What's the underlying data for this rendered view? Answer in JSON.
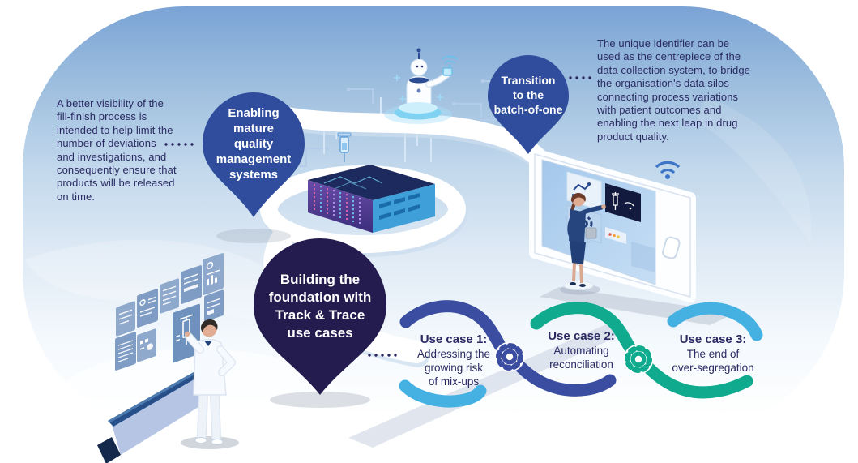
{
  "colors": {
    "background_top": "#7aa3d5",
    "background_bottom": "#ffffff",
    "pin_blue": "#2f4d9c",
    "pin_dark_navy": "#241c4e",
    "wave_dark_blue": "#3a4da0",
    "wave_teal": "#10ab8e",
    "wave_light_blue": "#45b0e2",
    "text_navy": "#2b2a63"
  },
  "annotations": {
    "left_note": {
      "lines": [
        "A better visibility of the",
        "fill-finish process is",
        "intended to help limit the",
        "number of deviations",
        "and investigations, and",
        "consequently ensure that",
        "products will be released",
        "on time."
      ]
    },
    "right_note": {
      "lines": [
        "The unique identifier can be",
        "used as the centrepiece of the",
        "data collection system, to bridge",
        "the organisation's data silos",
        "connecting process variations",
        "with patient outcomes and",
        "enabling the next leap in drug",
        "product quality."
      ]
    }
  },
  "pins": {
    "enabling": {
      "lines": [
        "Enabling",
        "mature",
        "quality",
        "management",
        "systems"
      ]
    },
    "transition": {
      "lines": [
        "Transition",
        "to the",
        "batch-of-one"
      ]
    },
    "building": {
      "lines": [
        "Building the",
        "foundation with",
        "Track & Trace",
        "use cases"
      ]
    }
  },
  "use_cases": [
    {
      "title": "Use case 1:",
      "lines": [
        "Addressing the",
        "growing risk",
        "of mix-ups"
      ]
    },
    {
      "title": "Use case 2:",
      "lines": [
        "Automating",
        "reconciliation",
        ""
      ]
    },
    {
      "title": "Use case 3:",
      "lines": [
        "The end of",
        "over-segregation",
        ""
      ]
    }
  ],
  "icons": {
    "wifi-icon": "arcs-and-dot",
    "gear-icon": "cog-wheel",
    "robot-icon": "hologram-assistant",
    "syringe-icon": "fill-finish-syringe"
  }
}
